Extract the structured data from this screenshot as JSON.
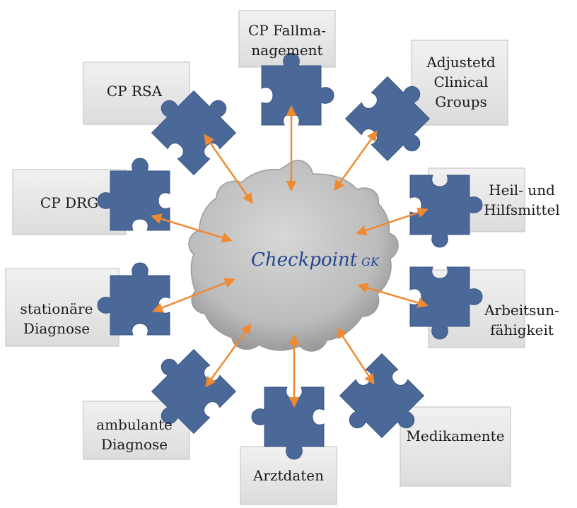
{
  "center": {
    "name_main": "Checkpoint",
    "name_suffix": "GK"
  },
  "modules": [
    {
      "id": "cp-fallmanagement",
      "lines": [
        "CP Fallma-",
        "nagement"
      ]
    },
    {
      "id": "adjusted-clinical-groups",
      "lines": [
        "Adjustetd",
        "Clinical",
        "Groups"
      ]
    },
    {
      "id": "heil-und-hilfsmittel",
      "lines": [
        "Heil- und",
        "Hilfsmittel"
      ]
    },
    {
      "id": "arbeitsunfaehigkeit",
      "lines": [
        "Arbeitsun-",
        "fähigkeit"
      ]
    },
    {
      "id": "medikamente",
      "lines": [
        "Medikamente"
      ]
    },
    {
      "id": "arztdaten",
      "lines": [
        "Arztdaten"
      ]
    },
    {
      "id": "ambulante-diagnose",
      "lines": [
        "ambulante",
        "Diagnose"
      ]
    },
    {
      "id": "stationaere-diagnose",
      "lines": [
        "stationäre",
        "Diagnose"
      ]
    },
    {
      "id": "cp-drg",
      "lines": [
        "CP DRG"
      ]
    },
    {
      "id": "cp-rsa",
      "lines": [
        "CP RSA"
      ]
    }
  ],
  "colors": {
    "piece": "#4a6898",
    "piece_dark": "#3b5784",
    "arrow": "#ef8a32",
    "box": "#e6e6e6",
    "box_border": "#c8c8c8",
    "center_fill": "#b9b9b9",
    "center_text": "#23468f"
  }
}
